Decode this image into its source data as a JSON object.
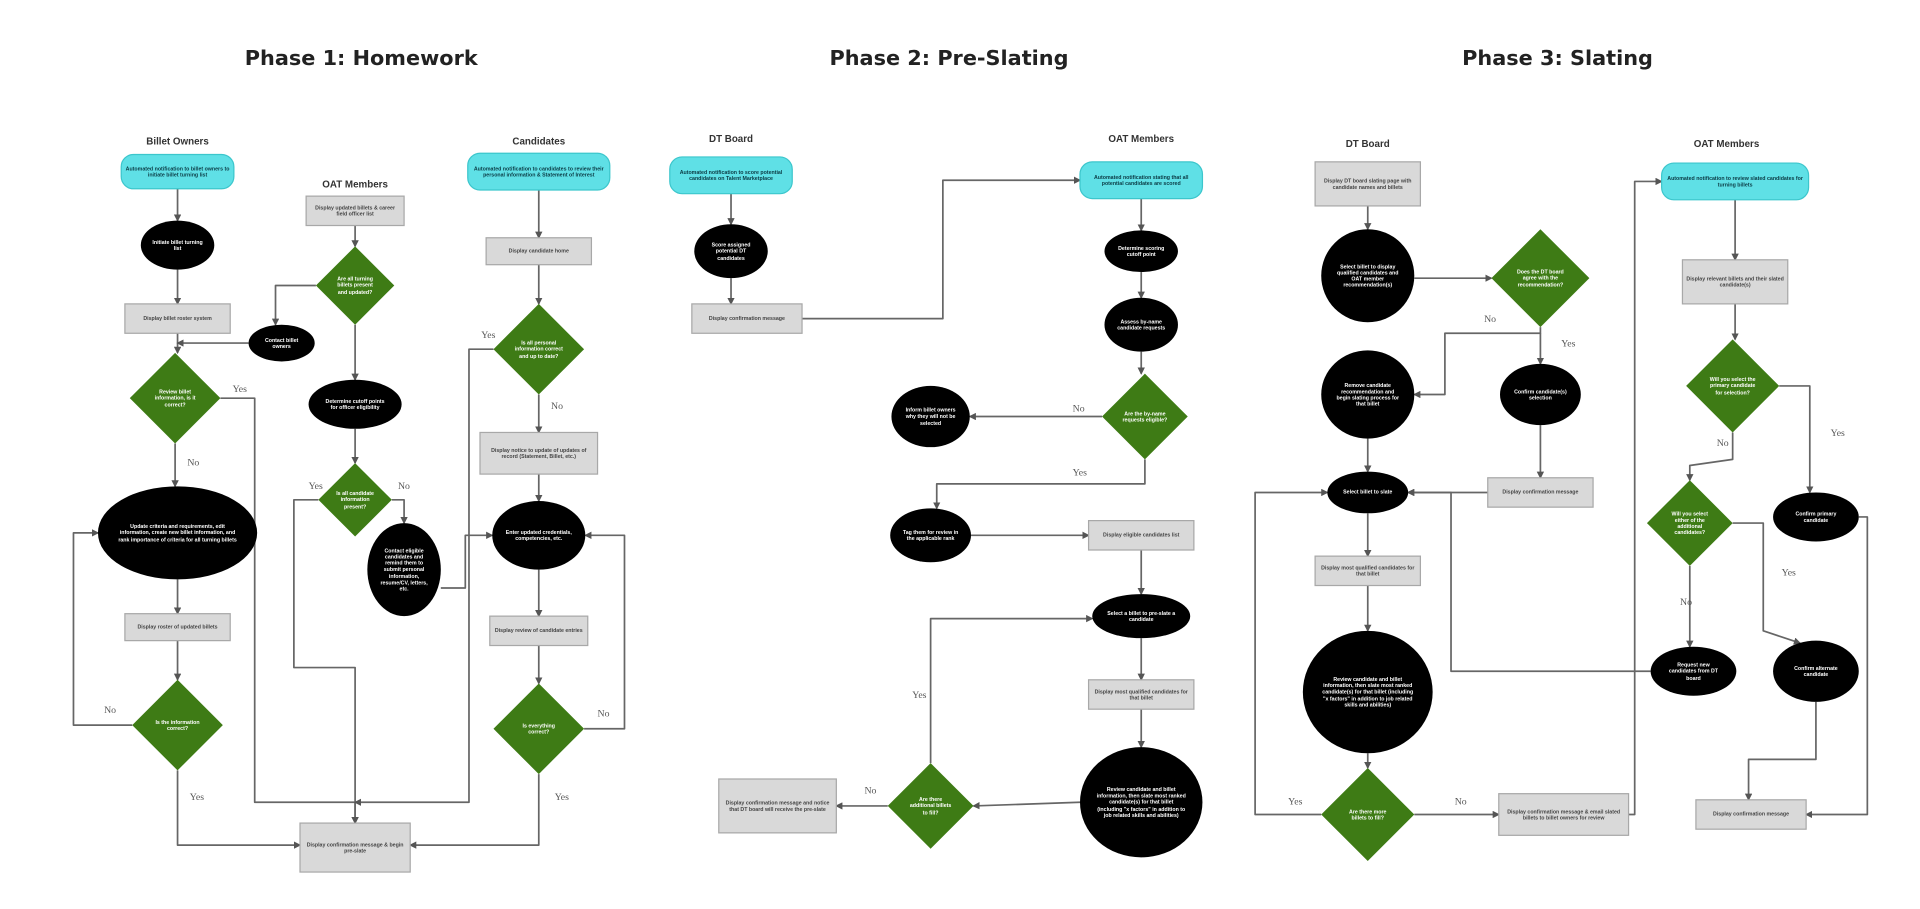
{
  "colors": {
    "start": "#5fe0e6",
    "display": "#d9d9d9",
    "process": "#000000",
    "decision": "#3e7b15",
    "edge": "#666666"
  },
  "phases": [
    {
      "title": "Phase 1: Homework",
      "lanes": [
        "Billet Owners",
        "OAT Members",
        "Candidates"
      ]
    },
    {
      "title": "Phase 2: Pre-Slating",
      "lanes": [
        "DT Board",
        "OAT Members"
      ]
    },
    {
      "title": "Phase 3: Slating",
      "lanes": [
        "DT Board",
        "OAT Members"
      ]
    }
  ],
  "nodes": [
    {
      "id": "p1_start",
      "type": "start",
      "text": "Automated notification to billet owners to initiate billet turning list"
    },
    {
      "id": "p1_init",
      "type": "process",
      "text": "Initiate billet turning list"
    },
    {
      "id": "p1_disp_roster",
      "type": "display",
      "text": "Display billet roster system"
    },
    {
      "id": "p1_dec_review",
      "type": "decision",
      "text": "Review billet information, is it correct?"
    },
    {
      "id": "p1_update",
      "type": "process",
      "text": "Update criteria and requirements, edit information, create new billet information, and rank importance of criteria for all turning billets"
    },
    {
      "id": "p1_disp_updated",
      "type": "display",
      "text": "Display roster of updated billets"
    },
    {
      "id": "p1_dec_info",
      "type": "decision",
      "text": "Is the information correct?"
    },
    {
      "id": "p1_oat_disp",
      "type": "display",
      "text": "Display updated billets & career field officer list"
    },
    {
      "id": "p1_oat_dec",
      "type": "decision",
      "text": "Are all turning billets present and updated?"
    },
    {
      "id": "p1_oat_contact",
      "type": "process",
      "text": "Contact billet owners"
    },
    {
      "id": "p1_oat_det",
      "type": "process",
      "text": "Determine cutoff points for officer eligibility"
    },
    {
      "id": "p1_oat_dec2",
      "type": "decision",
      "text": "Is all candidate information present?"
    },
    {
      "id": "p1_oat_contact2",
      "type": "process",
      "text": "Contact eligible candidates and remind them to submit personal information, resume/CV, letters, etc."
    },
    {
      "id": "p1_cand_start",
      "type": "start",
      "text": "Automated notification to candidates to review their personal information & Statement of Interest"
    },
    {
      "id": "p1_cand_disp",
      "type": "display",
      "text": "Display candidate home"
    },
    {
      "id": "p1_cand_dec",
      "type": "decision",
      "text": "Is all personal information correct and up to date?"
    },
    {
      "id": "p1_cand_notice",
      "type": "display",
      "text": "Display notice to update of updates of record (Statement, Billet, etc.)"
    },
    {
      "id": "p1_cand_enter",
      "type": "process",
      "text": "Enter updated credentials, competencies, etc."
    },
    {
      "id": "p1_cand_disp2",
      "type": "display",
      "text": "Display review of candidate entries"
    },
    {
      "id": "p1_cand_dec2",
      "type": "decision",
      "text": "Is everything correct?"
    },
    {
      "id": "p1_confirm",
      "type": "display",
      "text": "Display confirmation message & begin pre-slate"
    },
    {
      "id": "p2_start",
      "type": "start",
      "text": "Automated notification to score potential candidates on Talent Marketplace"
    },
    {
      "id": "p2_score",
      "type": "process",
      "text": "Score assigned potential DT candidates"
    },
    {
      "id": "p2_confirm",
      "type": "display",
      "text": "Display confirmation message"
    },
    {
      "id": "p2_oat_start",
      "type": "start",
      "text": "Automated notification stating that all potential candidates are scored"
    },
    {
      "id": "p2_det",
      "type": "process",
      "text": "Determine scoring cutoff point"
    },
    {
      "id": "p2_assess",
      "type": "process",
      "text": "Assess by-name candidate requests"
    },
    {
      "id": "p2_dec",
      "type": "decision",
      "text": "Are the by-name requests eligible?"
    },
    {
      "id": "p2_inform",
      "type": "process",
      "text": "Inform billet owners why they will not be selected"
    },
    {
      "id": "p2_tag",
      "type": "process",
      "text": "Tag them for review in the applicable rank"
    },
    {
      "id": "p2_disp_elig",
      "type": "display",
      "text": "Display eligible candidates list"
    },
    {
      "id": "p2_select",
      "type": "process",
      "text": "Select a billet to pre-slate a candidate"
    },
    {
      "id": "p2_disp_most",
      "type": "display",
      "text": "Display most qualified candidates for that billet"
    },
    {
      "id": "p2_review",
      "type": "process",
      "text": "Review candidate and billet information, then slate most ranked candidate(s) for that billet (including \"x factors\" in addition to job related skills and abilities)"
    },
    {
      "id": "p2_dec2",
      "type": "decision",
      "text": "Are there additional billets to fill?"
    },
    {
      "id": "p2_final",
      "type": "display",
      "text": "Display confirmation message and notice that DT board will receive the pre-slate"
    },
    {
      "id": "p3_disp",
      "type": "display",
      "text": "Display DT board slating page with candidate names and billets"
    },
    {
      "id": "p3_select",
      "type": "process",
      "text": "Select billet to display qualified candidates and OAT member recommendation(s)"
    },
    {
      "id": "p3_dec",
      "type": "decision",
      "text": "Does the DT board agree with the recommendation?"
    },
    {
      "id": "p3_remove",
      "type": "process",
      "text": "Remove candidate recommendation and begin slating process for that billet"
    },
    {
      "id": "p3_confirm_sel",
      "type": "process",
      "text": "Confirm candidate(s) selection"
    },
    {
      "id": "p3_disp_conf",
      "type": "display",
      "text": "Display confirmation message"
    },
    {
      "id": "p3_select_slate",
      "type": "process",
      "text": "Select billet to slate"
    },
    {
      "id": "p3_disp_most",
      "type": "display",
      "text": "Display most qualified candidates for that billet"
    },
    {
      "id": "p3_review",
      "type": "process",
      "text": "Review candidate and billet information, then slate most ranked candidate(s) for that billet (including \"x factors\" in addition to job related skills and abilities)"
    },
    {
      "id": "p3_dec2",
      "type": "decision",
      "text": "Are there more billets to fill?"
    },
    {
      "id": "p3_final",
      "type": "display",
      "text": "Display confirmation message & email slated billets to billet owners for review"
    },
    {
      "id": "p3_oat_start",
      "type": "start",
      "text": "Automated notification to review slated candidates for turning billets"
    },
    {
      "id": "p3_oat_disp",
      "type": "display",
      "text": "Display relevant billets and their slated candidate(s)"
    },
    {
      "id": "p3_oat_dec",
      "type": "decision",
      "text": "Will you select the primary candidate for selection?"
    },
    {
      "id": "p3_oat_dec2",
      "type": "decision",
      "text": "Will you select either of the additional candidates?"
    },
    {
      "id": "p3_confirm_primary",
      "type": "process",
      "text": "Confirm primary candidate"
    },
    {
      "id": "p3_request",
      "type": "process",
      "text": "Request new candidates from DT board"
    },
    {
      "id": "p3_confirm_alt",
      "type": "process",
      "text": "Confirm alternate candidate"
    },
    {
      "id": "p3_oat_final",
      "type": "display",
      "text": "Display confirmation message"
    }
  ],
  "edge_labels": [
    "No",
    "Yes",
    "No",
    "Yes",
    "Yes",
    "No",
    "Yes",
    "No",
    "No",
    "Yes",
    "No",
    "Yes",
    "Yes",
    "No",
    "No",
    "Yes",
    "Yes",
    "No",
    "Yes",
    "No",
    "No",
    "Yes"
  ]
}
